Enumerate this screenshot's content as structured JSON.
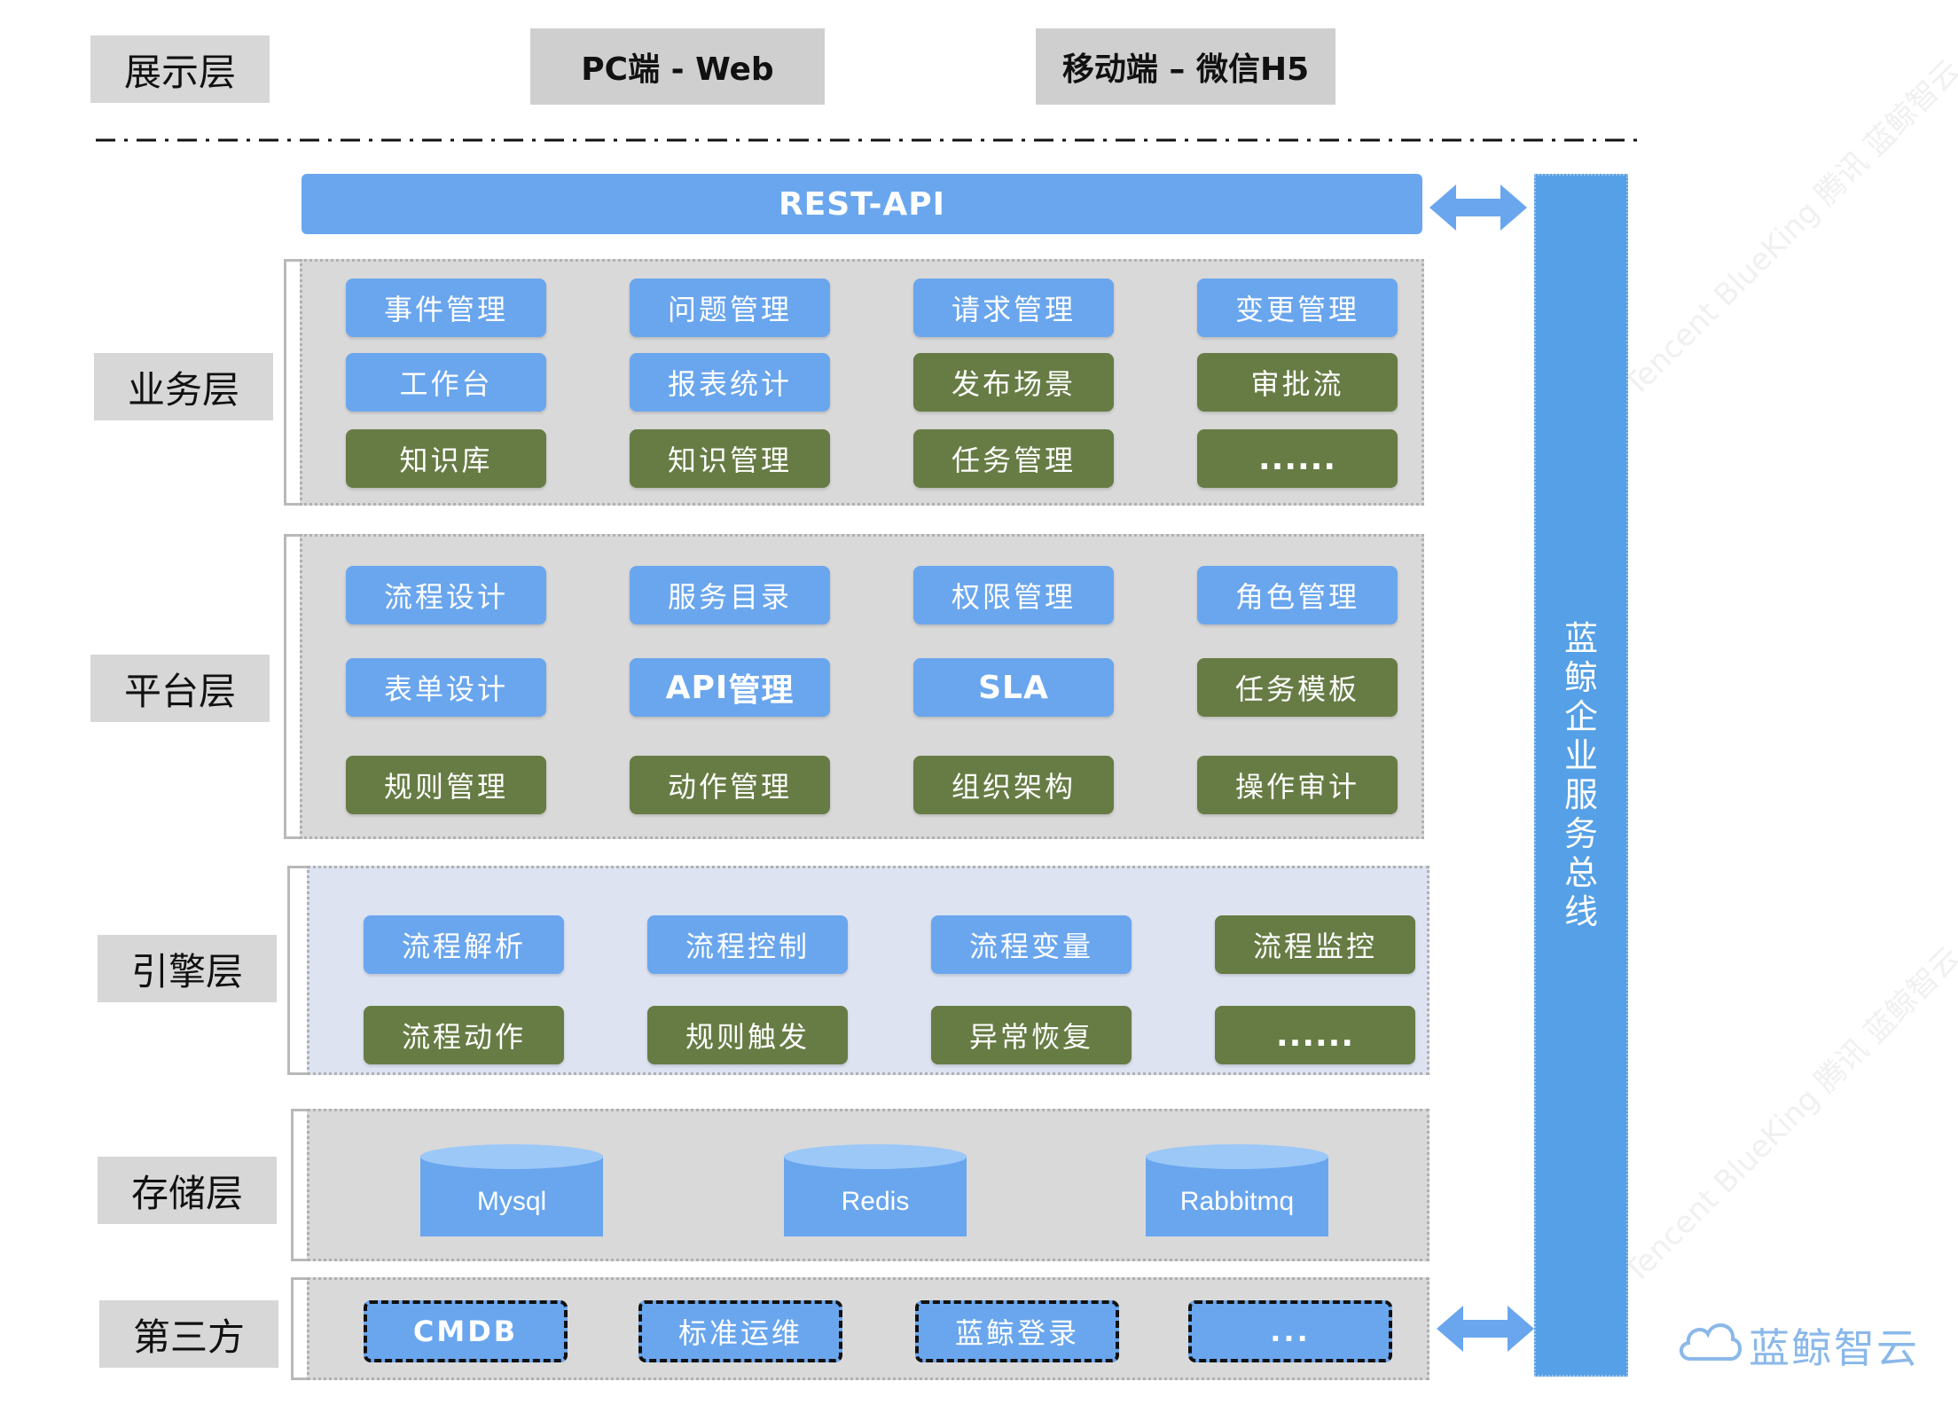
{
  "layers": {
    "presentation": "展示层",
    "business": "业务层",
    "platform": "平台层",
    "engine": "引擎层",
    "storage": "存储层",
    "third_party": "第三方"
  },
  "presentation": {
    "pc": "PC端 - Web",
    "mobile": "移动端 – 微信H5"
  },
  "rest_api": "REST-API",
  "bus": [
    "蓝",
    "鲸",
    "企",
    "业",
    "服",
    "务",
    "总",
    "线"
  ],
  "business": [
    {
      "label": "事件管理",
      "color": "blue"
    },
    {
      "label": "问题管理",
      "color": "blue"
    },
    {
      "label": "请求管理",
      "color": "blue"
    },
    {
      "label": "变更管理",
      "color": "blue"
    },
    {
      "label": "工作台",
      "color": "blue"
    },
    {
      "label": "报表统计",
      "color": "blue"
    },
    {
      "label": "发布场景",
      "color": "green"
    },
    {
      "label": "审批流",
      "color": "green"
    },
    {
      "label": "知识库",
      "color": "green"
    },
    {
      "label": "知识管理",
      "color": "green"
    },
    {
      "label": "任务管理",
      "color": "green"
    },
    {
      "label": "......",
      "color": "green"
    }
  ],
  "platform": [
    {
      "label": "流程设计",
      "color": "blue"
    },
    {
      "label": "服务目录",
      "color": "blue"
    },
    {
      "label": "权限管理",
      "color": "blue"
    },
    {
      "label": "角色管理",
      "color": "blue"
    },
    {
      "label": "表单设计",
      "color": "blue"
    },
    {
      "label": "API管理",
      "color": "blue"
    },
    {
      "label": "SLA",
      "color": "blue"
    },
    {
      "label": "任务模板",
      "color": "green"
    },
    {
      "label": "规则管理",
      "color": "green"
    },
    {
      "label": "动作管理",
      "color": "green"
    },
    {
      "label": "组织架构",
      "color": "green"
    },
    {
      "label": "操作审计",
      "color": "green"
    }
  ],
  "engine": [
    {
      "label": "流程解析",
      "color": "blue"
    },
    {
      "label": "流程控制",
      "color": "blue"
    },
    {
      "label": "流程变量",
      "color": "blue"
    },
    {
      "label": "流程监控",
      "color": "green"
    },
    {
      "label": "流程动作",
      "color": "green"
    },
    {
      "label": "规则触发",
      "color": "green"
    },
    {
      "label": "异常恢复",
      "color": "green"
    },
    {
      "label": "......",
      "color": "green"
    }
  ],
  "storage": [
    "Mysql",
    "Redis",
    "Rabbitmq"
  ],
  "third_party": [
    "CMDB",
    "标准运维",
    "蓝鲸登录",
    "..."
  ],
  "logo_text": "蓝鲸智云",
  "watermark": "Tencent BlueKing 腾讯 蓝鲸智云",
  "colors": {
    "blue": "#6aa6ee",
    "green": "#677c44",
    "bus": "#55a0e6"
  }
}
